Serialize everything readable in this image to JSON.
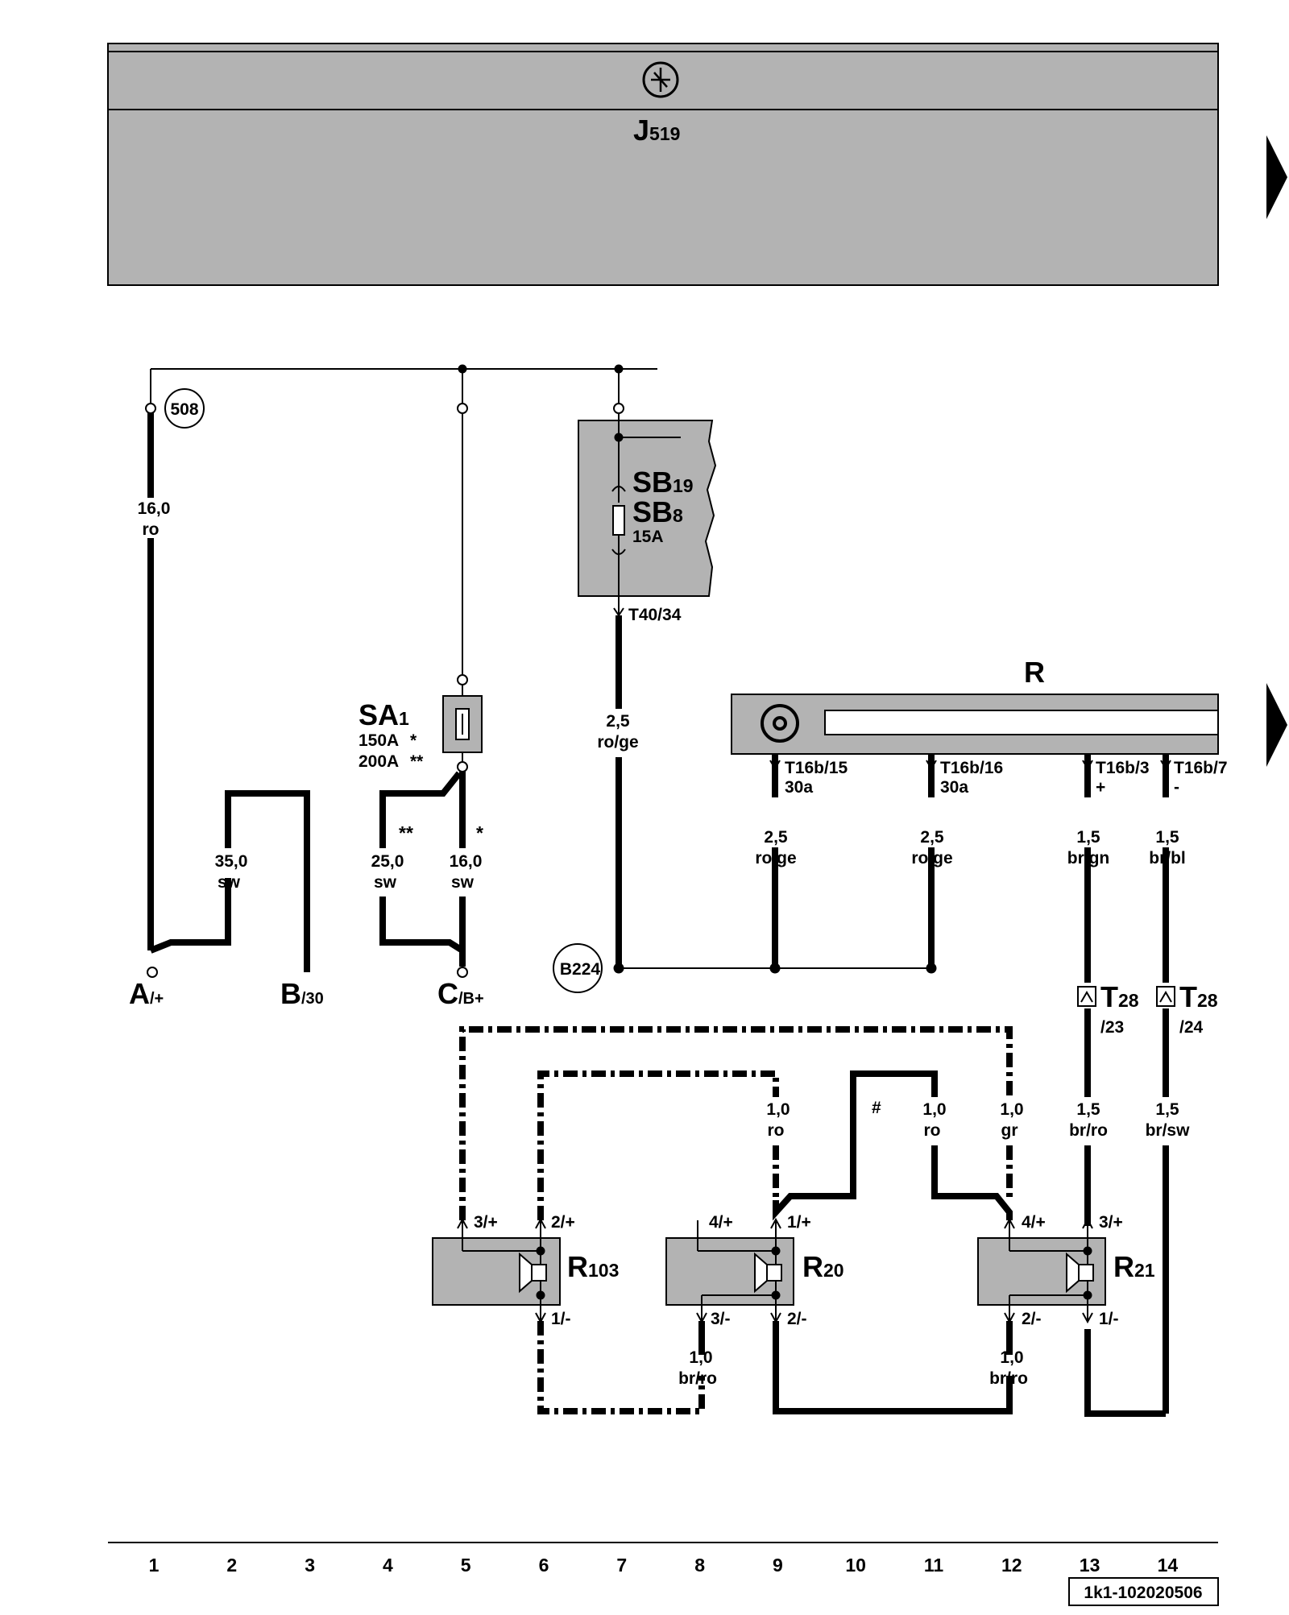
{
  "header": {
    "module_label": "J",
    "module_sub": "519"
  },
  "components": {
    "battery_pos": {
      "main": "A",
      "sub": "/+"
    },
    "starter": {
      "main": "B",
      "sub": "/30"
    },
    "alternator": {
      "main": "C",
      "sub": "/B+"
    },
    "fuse_sa": {
      "main": "SA",
      "sub": "1",
      "rating1": "150A",
      "rating2": "200A"
    },
    "fuse_sb19": {
      "main": "SB",
      "sub": "19"
    },
    "fuse_sb8": {
      "main": "SB",
      "sub": "8",
      "rating": "15A"
    },
    "radio": {
      "main": "R"
    },
    "spk_r103": {
      "main": "R",
      "sub": "103"
    },
    "spk_r20": {
      "main": "R",
      "sub": "20"
    },
    "spk_r21": {
      "main": "R",
      "sub": "21"
    },
    "conn_t28_a": {
      "main": "T",
      "sub": "28",
      "pin": "/23"
    },
    "conn_t28_b": {
      "main": "T",
      "sub": "28",
      "pin": "/24"
    }
  },
  "markers": {
    "m508": "508",
    "mB224": "B224",
    "star1": "*",
    "star2": "**",
    "hash": "#"
  },
  "wires": {
    "w1": {
      "size": "16,0",
      "color": "ro"
    },
    "w2": {
      "size": "35,0",
      "color": "sw"
    },
    "w3": {
      "size": "25,0",
      "color": "sw"
    },
    "w4": {
      "size": "16,0",
      "color": "sw"
    },
    "w5": {
      "size": "2,5",
      "color": "ro/ge"
    },
    "w6": {
      "size": "2,5",
      "color": "ro/ge"
    },
    "w7": {
      "size": "2,5",
      "color": "ro/ge"
    },
    "w8": {
      "size": "1,5",
      "color": "br/gn"
    },
    "w9": {
      "size": "1,5",
      "color": "br/bl"
    },
    "w10": {
      "size": "1,5",
      "color": "br/ro"
    },
    "w11": {
      "size": "1,5",
      "color": "br/sw"
    },
    "w12": {
      "size": "1,0",
      "color": "ro"
    },
    "w13": {
      "size": "1,0",
      "color": "ro"
    },
    "w14": {
      "size": "1,0",
      "color": "gr"
    },
    "w15": {
      "size": "1,0",
      "color": "br/ro"
    },
    "w16": {
      "size": "1,0",
      "color": "br/ro"
    }
  },
  "pins": {
    "t40": "T40/34",
    "r_15": "T16b/15",
    "r_15b": "30a",
    "r_16": "T16b/16",
    "r_16b": "30a",
    "r_3": "T16b/3",
    "r_3b": "+",
    "r_7": "T16b/7",
    "r_7b": "-",
    "p103_3": "3/+",
    "p103_2": "2/+",
    "p103_1": "1/-",
    "p20_4": "4/+",
    "p20_1": "1/+",
    "p20_3": "3/-",
    "p20_2": "2/-",
    "p21_4": "4/+",
    "p21_3": "3/+",
    "p21_2": "2/-",
    "p21_1": "1/-"
  },
  "ruler": [
    "1",
    "2",
    "3",
    "4",
    "5",
    "6",
    "7",
    "8",
    "9",
    "10",
    "11",
    "12",
    "13",
    "14"
  ],
  "footer": {
    "code": "1k1-102020506"
  }
}
